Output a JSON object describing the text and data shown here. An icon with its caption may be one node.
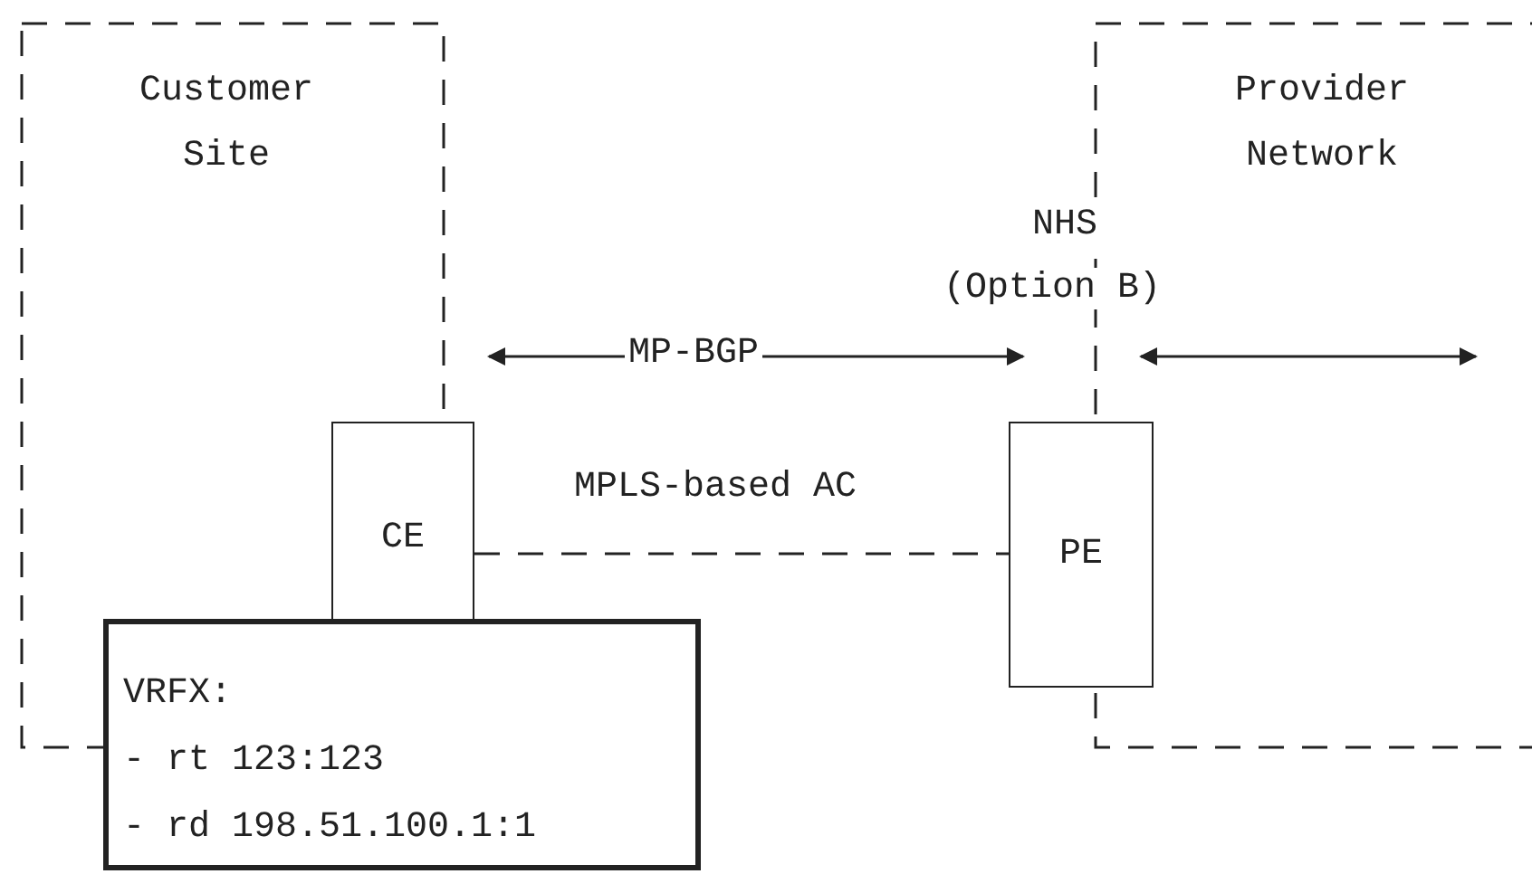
{
  "diagram": {
    "nodes": [
      {
        "text": [
          "Customer Site"
        ]
      },
      {
        "text": [
          "Provider Network"
        ]
      },
      {
        "text": [
          "CE"
        ]
      },
      {
        "text": [
          "PE"
        ]
      },
      {
        "text": [
          "VRFX:",
          "- rt 123:123",
          "- rd 198.51.100.1:1"
        ]
      }
    ],
    "edges": [
      {
        "from": 0,
        "to": null,
        "arrow": "both",
        "label": "MP-BGP"
      },
      {
        "from": null,
        "to": 1,
        "arrow": "both"
      },
      {
        "from": 2,
        "to": 3,
        "arrow": "none",
        "label": "MPLS-based AC",
        "style": "dashed"
      }
    ],
    "labels": [
      "NHS",
      "(Option B)"
    ]
  }
}
